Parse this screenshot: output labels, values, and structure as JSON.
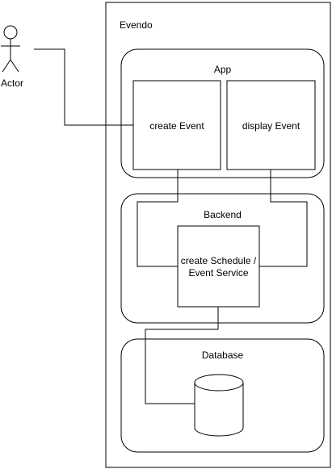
{
  "actor": {
    "label": "Actor"
  },
  "system": {
    "title": "Evendo"
  },
  "app": {
    "title": "App",
    "create_event": "create Event",
    "display_event": "display Event"
  },
  "backend": {
    "title": "Backend",
    "service_line1": "create Schedule /",
    "service_line2": "Event Service"
  },
  "database": {
    "title": "Database"
  }
}
